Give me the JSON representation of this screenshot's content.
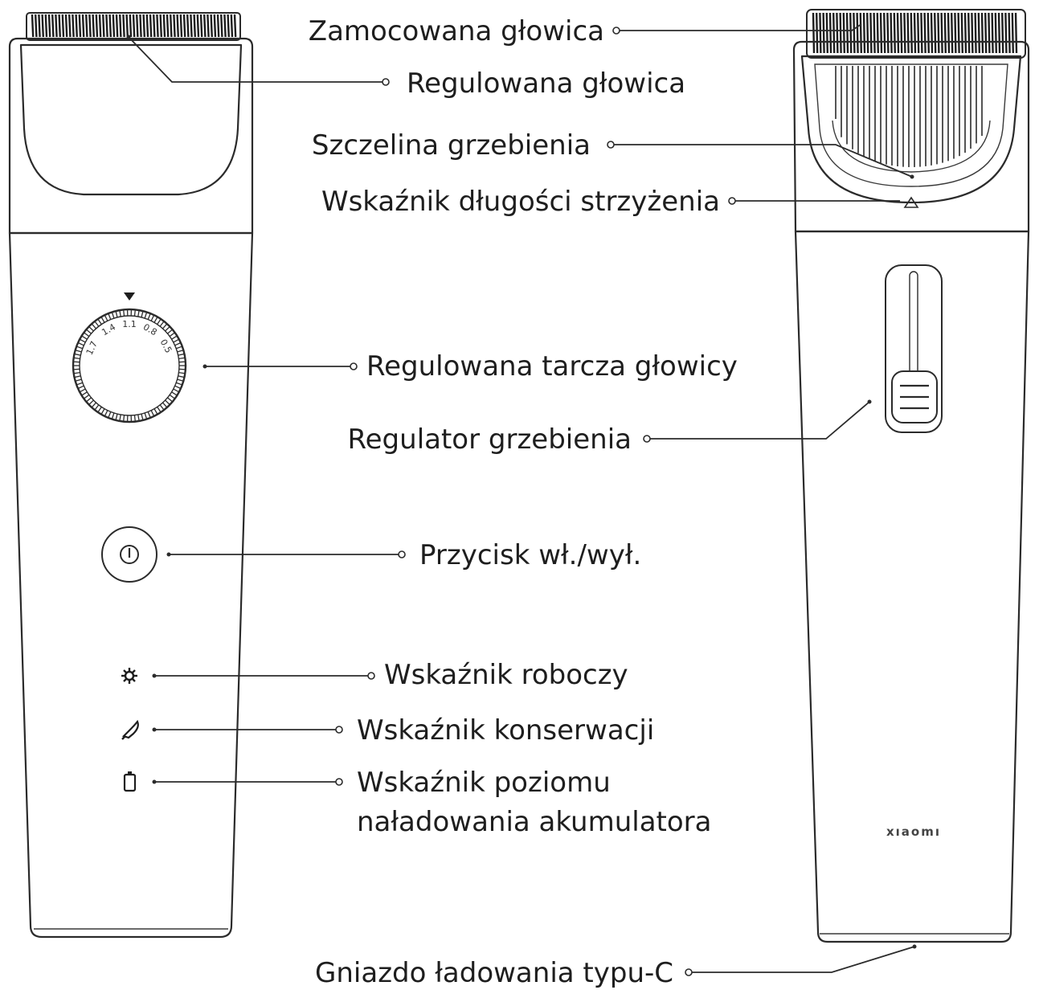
{
  "labels": {
    "fixed_head": "Zamocowana głowica",
    "adjustable_head": "Regulowana głowica",
    "comb_slot": "Szczelina grzebienia",
    "cut_length_indicator": "Wskaźnik długości strzyżenia",
    "adjustable_head_dial": "Regulowana tarcza głowicy",
    "comb_adjuster": "Regulator grzebienia",
    "power_button": "Przycisk wł./wył.",
    "work_indicator": "Wskaźnik roboczy",
    "maintenance_indicator": "Wskaźnik konserwacji",
    "battery_indicator_line1": "Wskaźnik poziomu",
    "battery_indicator_line2": "naładowania akumulatora",
    "charging_port": "Gniazdo ładowania typu-C"
  },
  "dial_numbers": [
    "1.7",
    "1.4",
    "1.1",
    "0.8",
    "0.5"
  ],
  "brand_logo": "xıaomı",
  "icons": {
    "work": "gear-icon",
    "maintenance": "brush-icon",
    "battery": "battery-icon",
    "power": "power-icon",
    "pointer": "triangle-down-icon",
    "cut_length_mark": "triangle-up-icon"
  }
}
